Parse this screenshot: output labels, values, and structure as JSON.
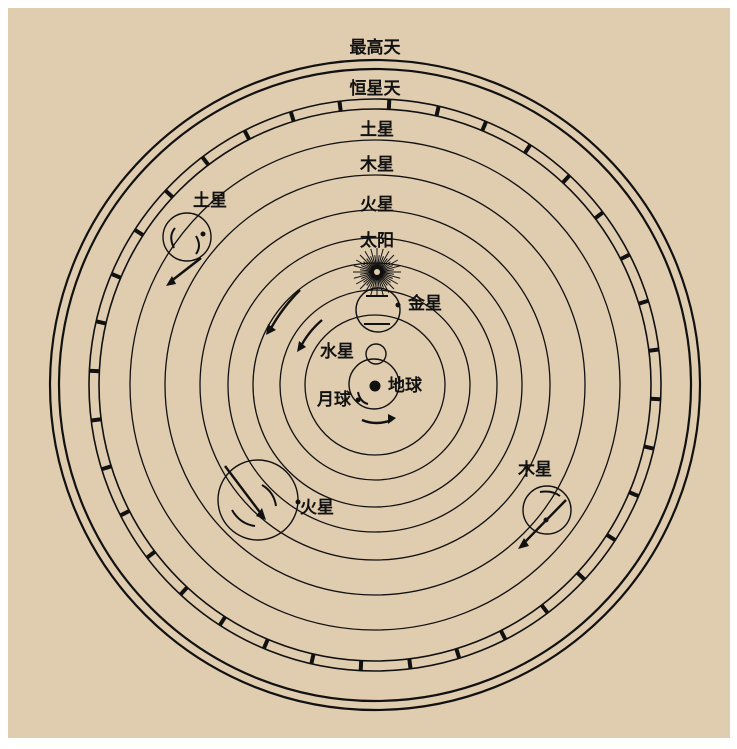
{
  "colors": {
    "background": "#e0cdb0",
    "ink": "#111111",
    "frame": "#ffffff"
  },
  "labels": {
    "empyrean": "最高天",
    "fixed_stars": "恒星天",
    "saturn_sphere": "土星",
    "jupiter_sphere": "木星",
    "mars_sphere": "火星",
    "sun": "太阳",
    "venus": "金星",
    "mercury": "水星",
    "earth": "地球",
    "moon": "月球",
    "saturn_epicycle": "土星",
    "mars_epicycle": "火星",
    "jupiter_epicycle": "木星"
  },
  "icons": [
    "sun-icon",
    "earth-icon"
  ]
}
